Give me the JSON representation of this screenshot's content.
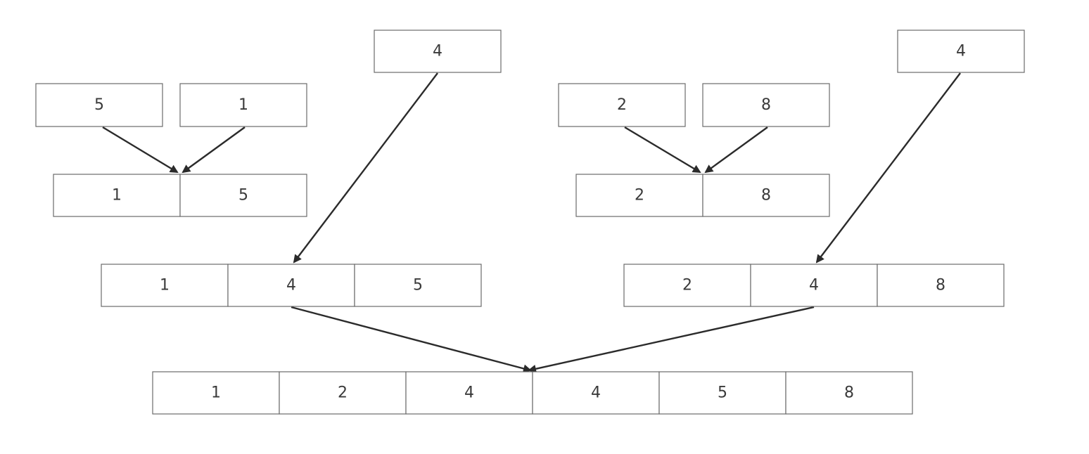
{
  "diagram": {
    "boxes": {
      "top_left_5": "5",
      "top_left_1": "1",
      "top_mid_4": "4",
      "top_mid_2": "2",
      "top_mid_8": "8",
      "top_right_4": "4"
    },
    "merged_left_pair": [
      "1",
      "5"
    ],
    "merged_right_pair": [
      "2",
      "8"
    ],
    "merged_left_triple": [
      "1",
      "4",
      "5"
    ],
    "merged_right_triple": [
      "2",
      "4",
      "8"
    ],
    "final_row": [
      "1",
      "2",
      "4",
      "4",
      "5",
      "8"
    ]
  }
}
